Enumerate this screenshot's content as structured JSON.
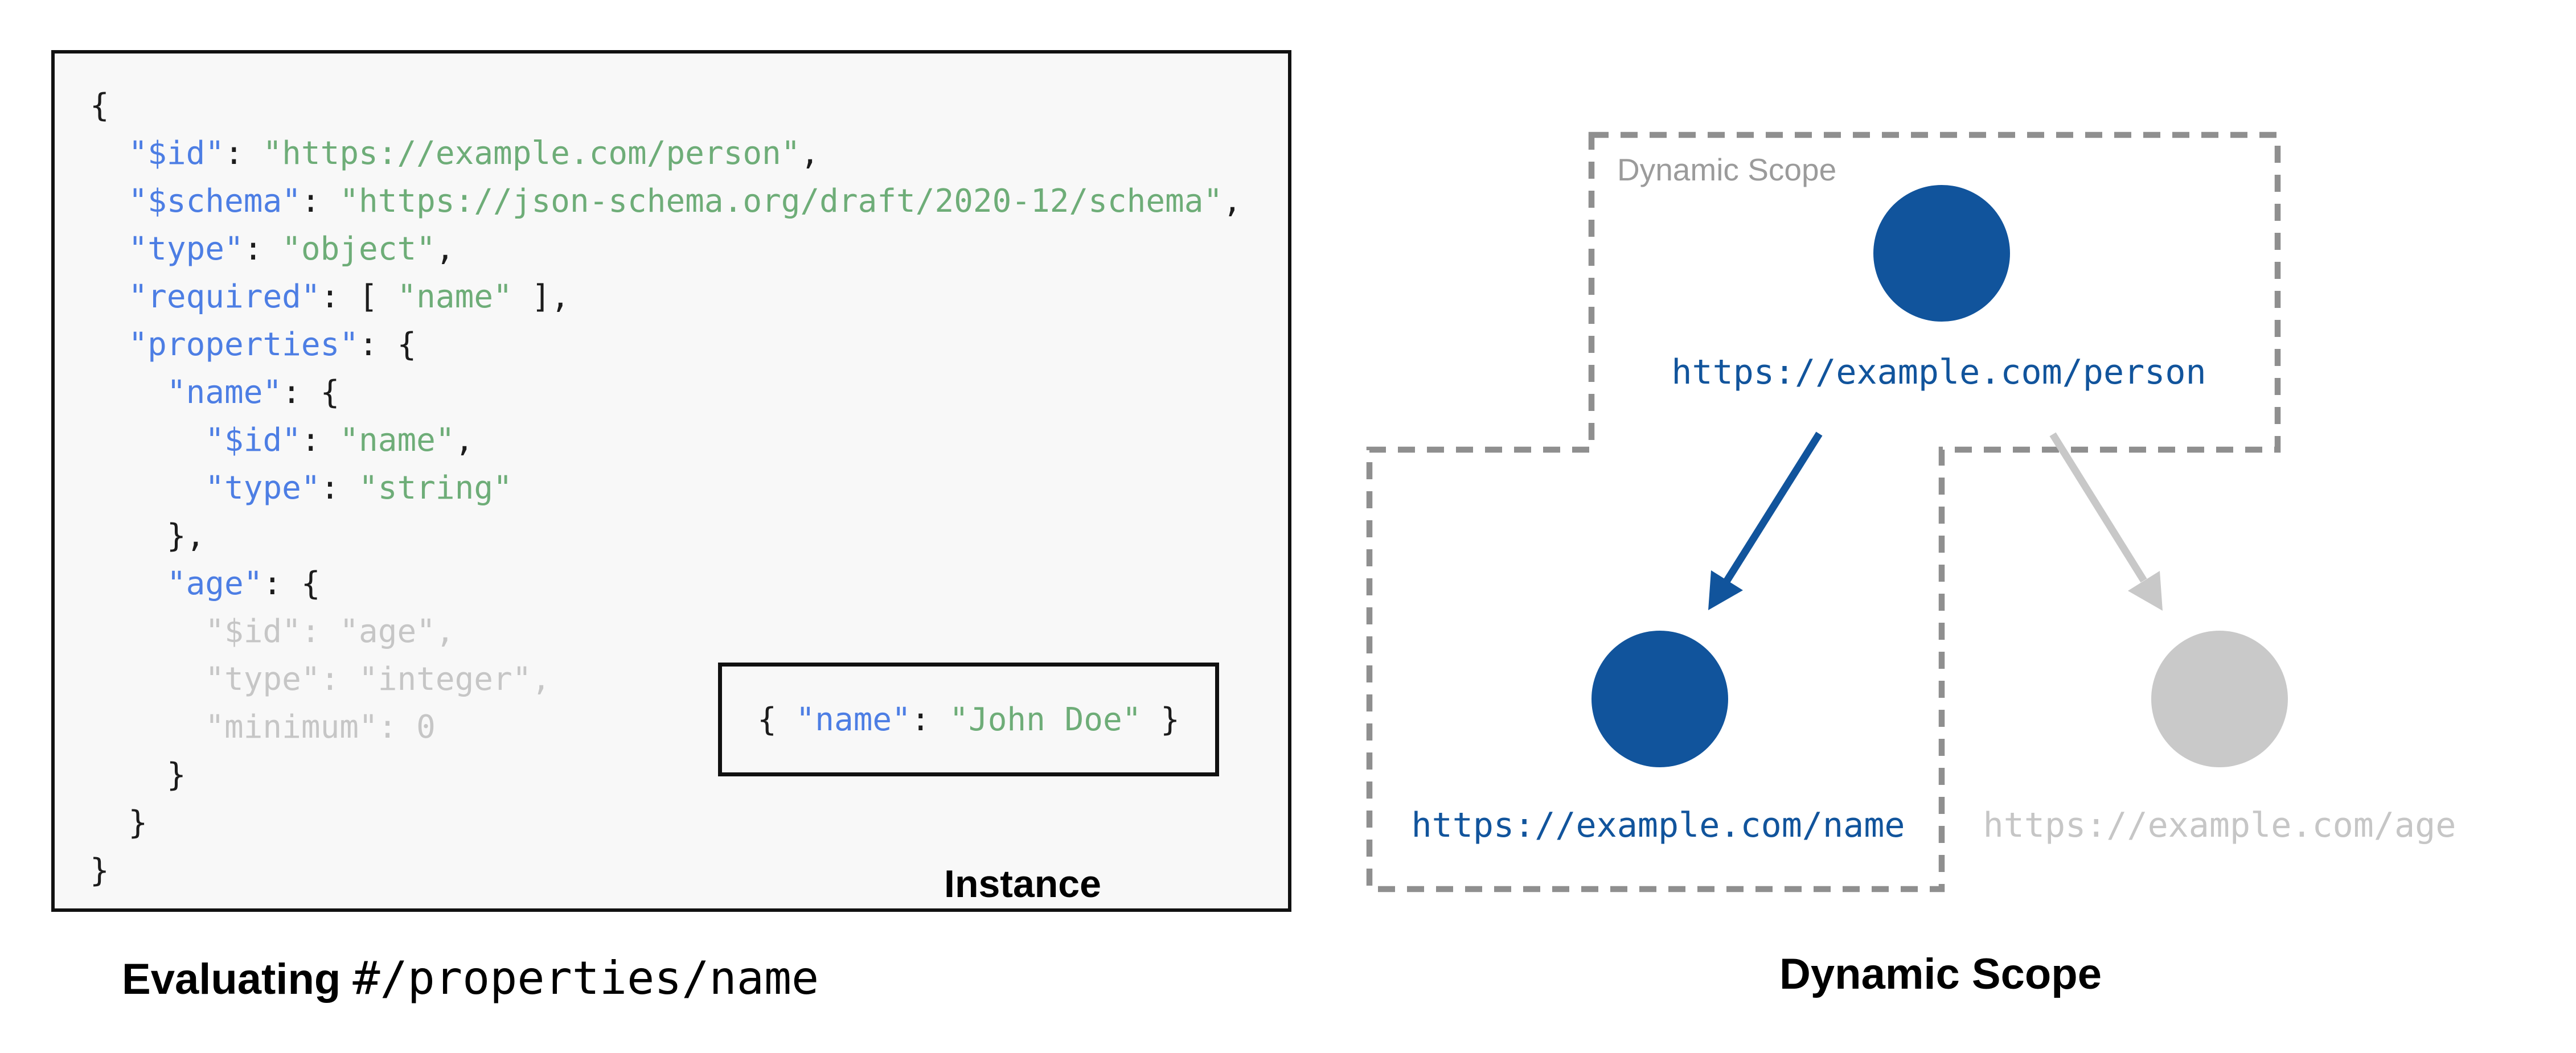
{
  "left_panel": {
    "schema_code": {
      "lines": [
        {
          "tokens": [
            {
              "text": "{",
              "type": "plain"
            }
          ]
        },
        {
          "tokens": [
            {
              "text": "  ",
              "type": "plain"
            },
            {
              "text": "\"$id\"",
              "type": "key"
            },
            {
              "text": ": ",
              "type": "plain"
            },
            {
              "text": "\"https://example.com/person\"",
              "type": "string"
            },
            {
              "text": ",",
              "type": "plain"
            }
          ]
        },
        {
          "tokens": [
            {
              "text": "  ",
              "type": "plain"
            },
            {
              "text": "\"$schema\"",
              "type": "key"
            },
            {
              "text": ": ",
              "type": "plain"
            },
            {
              "text": "\"https://json-schema.org/draft/2020-12/schema\"",
              "type": "string"
            },
            {
              "text": ",",
              "type": "plain"
            }
          ]
        },
        {
          "tokens": [
            {
              "text": "  ",
              "type": "plain"
            },
            {
              "text": "\"type\"",
              "type": "key"
            },
            {
              "text": ": ",
              "type": "plain"
            },
            {
              "text": "\"object\"",
              "type": "string"
            },
            {
              "text": ",",
              "type": "plain"
            }
          ]
        },
        {
          "tokens": [
            {
              "text": "  ",
              "type": "plain"
            },
            {
              "text": "\"required\"",
              "type": "key"
            },
            {
              "text": ": [ ",
              "type": "plain"
            },
            {
              "text": "\"name\"",
              "type": "string"
            },
            {
              "text": " ],",
              "type": "plain"
            }
          ]
        },
        {
          "tokens": [
            {
              "text": "  ",
              "type": "plain"
            },
            {
              "text": "\"properties\"",
              "type": "key"
            },
            {
              "text": ": {",
              "type": "plain"
            }
          ]
        },
        {
          "tokens": [
            {
              "text": "    ",
              "type": "plain"
            },
            {
              "text": "\"name\"",
              "type": "key"
            },
            {
              "text": ": {",
              "type": "plain"
            }
          ]
        },
        {
          "tokens": [
            {
              "text": "      ",
              "type": "plain"
            },
            {
              "text": "\"$id\"",
              "type": "key"
            },
            {
              "text": ": ",
              "type": "plain"
            },
            {
              "text": "\"name\"",
              "type": "string"
            },
            {
              "text": ",",
              "type": "plain"
            }
          ]
        },
        {
          "tokens": [
            {
              "text": "      ",
              "type": "plain"
            },
            {
              "text": "\"type\"",
              "type": "key"
            },
            {
              "text": ": ",
              "type": "plain"
            },
            {
              "text": "\"string\"",
              "type": "string"
            }
          ]
        },
        {
          "tokens": [
            {
              "text": "    },",
              "type": "plain"
            }
          ]
        },
        {
          "tokens": [
            {
              "text": "    ",
              "type": "plain"
            },
            {
              "text": "\"age\"",
              "type": "key"
            },
            {
              "text": ": {",
              "type": "plain"
            }
          ]
        },
        {
          "tokens": [
            {
              "text": "      \"$id\": \"age\",",
              "type": "faded"
            }
          ]
        },
        {
          "tokens": [
            {
              "text": "      \"type\": \"integer\",",
              "type": "faded"
            }
          ]
        },
        {
          "tokens": [
            {
              "text": "      \"minimum\": 0",
              "type": "faded"
            }
          ]
        },
        {
          "tokens": [
            {
              "text": "    }",
              "type": "plain"
            }
          ]
        },
        {
          "tokens": [
            {
              "text": "  }",
              "type": "plain"
            }
          ]
        },
        {
          "tokens": [
            {
              "text": "}",
              "type": "plain"
            }
          ]
        }
      ]
    },
    "instance": {
      "tokens": [
        {
          "text": "{ ",
          "type": "plain"
        },
        {
          "text": "\"name\"",
          "type": "key"
        },
        {
          "text": ": ",
          "type": "plain"
        },
        {
          "text": "\"John Doe\"",
          "type": "string"
        },
        {
          "text": " }",
          "type": "plain"
        }
      ],
      "label": "Instance"
    },
    "caption": {
      "bold": "Evaluating ",
      "mono": "#/properties/name"
    }
  },
  "diagram": {
    "scope_label": "Dynamic Scope",
    "caption": "Dynamic Scope",
    "nodes": [
      {
        "id": "person",
        "url": "https://example.com/person",
        "state": "active"
      },
      {
        "id": "name",
        "url": "https://example.com/name",
        "state": "active"
      },
      {
        "id": "age",
        "url": "https://example.com/age",
        "state": "inactive"
      }
    ],
    "colors": {
      "node_active": "#11549c",
      "node_inactive": "#c9c9c9",
      "text_inactive": "#c6c6c6",
      "arrow_inactive": "#c8c8c8",
      "scope_border": "#8f8f8f",
      "scope_label_color": "#9b9b9b"
    }
  },
  "code_colors": {
    "tok_key": "#4d7ee4",
    "tok_string": "#6ead78",
    "tok_plain": "#1c1c1c",
    "tok_faded": "#c6c6c6"
  }
}
